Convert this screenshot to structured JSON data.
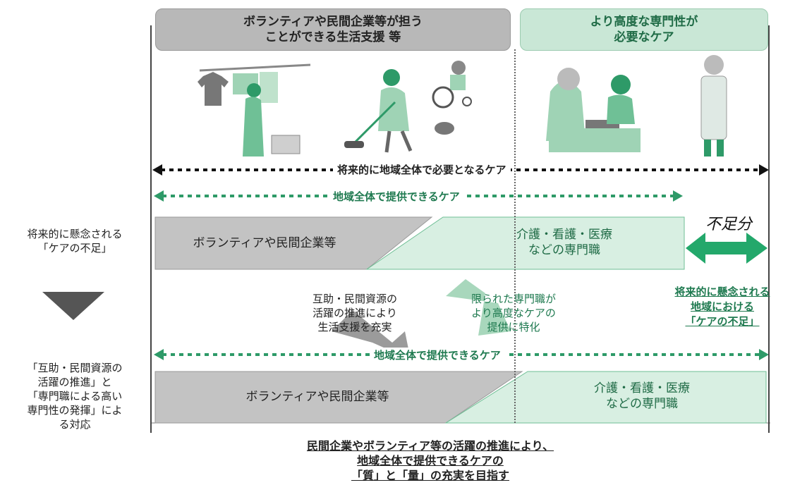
{
  "headers": {
    "left": [
      "ボランティアや民間企業等が担う",
      "ことができる生活支援 等"
    ],
    "right": [
      "より高度な専門性が",
      "必要なケア"
    ]
  },
  "arrows": {
    "future_needed": "将来的に地域全体で必要となるケア",
    "current_provided": "地域全体で提供できるケア",
    "improved_provided": "地域全体で提供できるケア"
  },
  "left_labels": {
    "concern": [
      "将来的に懸念される",
      "「ケアの不足」"
    ],
    "response": [
      "「互助・民間資源の",
      "活躍の推進」と",
      "「専門職による高い",
      "専門性の発揮」によ",
      "る対応"
    ]
  },
  "bands_current": {
    "volunteer": "ボランティアや民間企業等",
    "professional": [
      "介護・看護・医療",
      "などの専門職"
    ]
  },
  "shortage": {
    "title": "不足分",
    "caption": [
      "将来的に懸念される",
      "地域における",
      "「ケアの不足」"
    ]
  },
  "center_notes": {
    "left": [
      "互助・民間資源の",
      "活躍の推進により",
      "生活支援を充実"
    ],
    "right": [
      "限られた専門職が",
      "より高度なケアの",
      "提供に特化"
    ]
  },
  "bands_future": {
    "volunteer": "ボランティアや民間企業等",
    "professional": [
      "介護・看護・医療",
      "などの専門職"
    ]
  },
  "footer": [
    "民間企業やボランティア等の活躍の推進により、",
    "地域全体で提供できるケアの",
    "「質」と「量」の充実を目指す"
  ],
  "colors": {
    "gray_band": "#c3c3c3",
    "green_band": "#d8efe2",
    "green_dark": "#2e9a68",
    "green_text": "#1f7a50",
    "accent_green": "#23a86b",
    "black": "#111111"
  }
}
